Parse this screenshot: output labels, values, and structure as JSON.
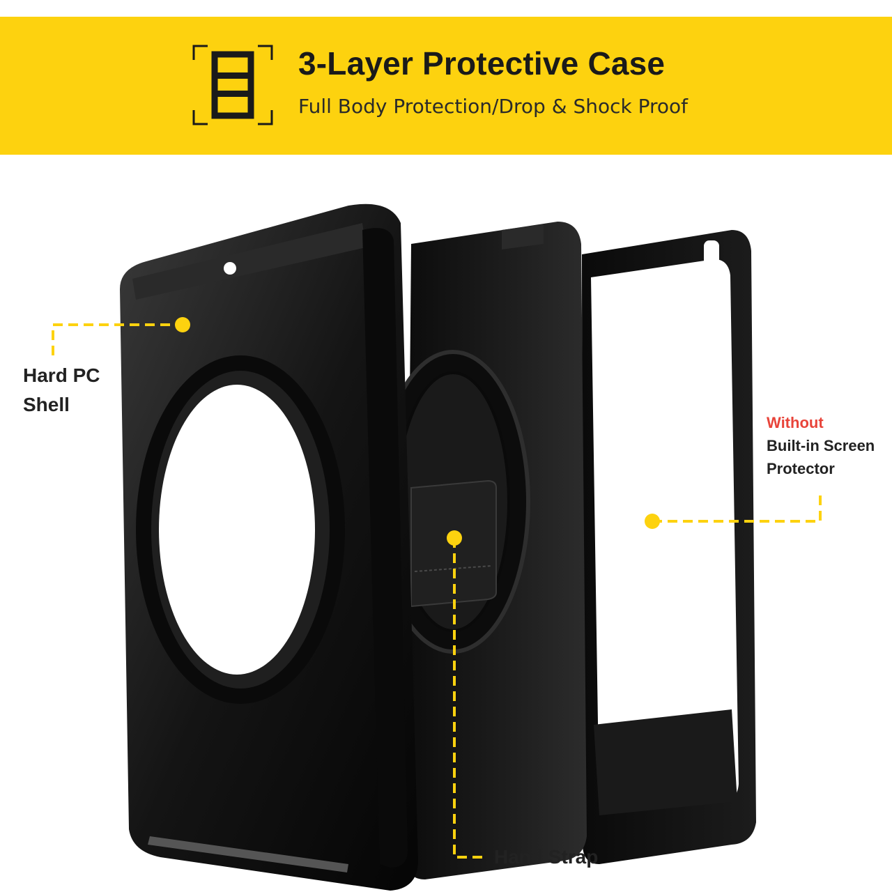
{
  "header": {
    "title": "3-Layer Protective Case",
    "subtitle": "Full Body Protection/Drop & Shock Proof",
    "badge_icon": "layers-icon",
    "banner_color": "#fdd20f"
  },
  "callouts": {
    "hard_pc_shell": {
      "line1": "Hard PC",
      "line2": "Shell"
    },
    "screen_protector": {
      "emphasis": "Without",
      "line1": "Built-in Screen",
      "line2": "Protector",
      "emphasis_color": "#e8443a"
    },
    "hand_strap": {
      "label": "Hand Strap"
    },
    "marker_color": "#fdd20f"
  }
}
